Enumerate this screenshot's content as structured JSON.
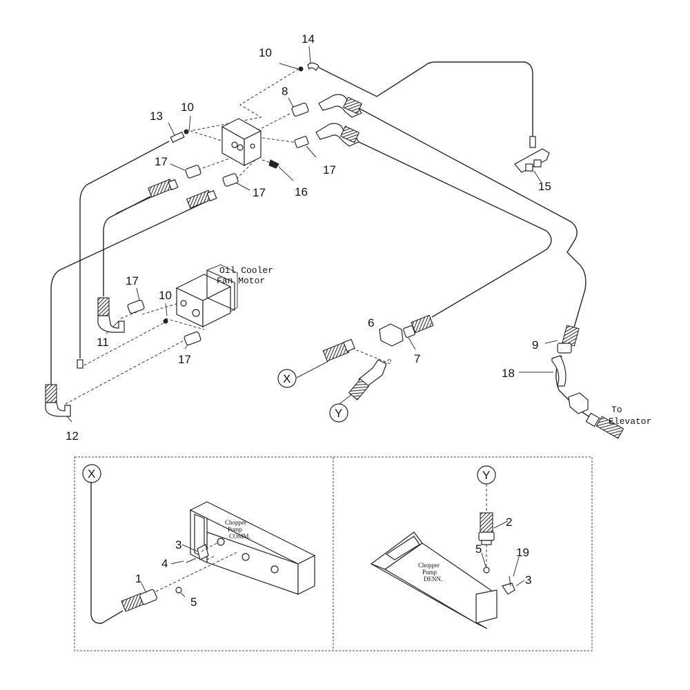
{
  "callouts": {
    "n14": "14",
    "n10a": "10",
    "n10b": "10",
    "n13": "13",
    "n8": "8",
    "n17a": "17",
    "n17b": "17",
    "n17c": "17",
    "n17d": "17",
    "n17e": "17",
    "n16": "16",
    "n15": "15",
    "n11": "11",
    "n10c": "10",
    "n12": "12",
    "n6": "6",
    "n7": "7",
    "n9": "9",
    "n18": "18",
    "n1": "1",
    "n3a": "3",
    "n4": "4",
    "n5a": "5",
    "n2": "2",
    "n5b": "5",
    "n19": "19",
    "n3b": "3"
  },
  "markers": {
    "x_main": "X",
    "y_main": "Y",
    "x_inset": "X",
    "y_inset": "Y"
  },
  "labels": {
    "oil_cooler_line1": "Oil Cooler",
    "oil_cooler_line2": "Fan Motor",
    "to_elevator_line1": "To",
    "to_elevator_line2": "Elevator",
    "pump_comm_line1": "Chopper",
    "pump_comm_line2": "Pump",
    "pump_comm_line3": "COMM.",
    "pump_denn_line1": "Chopper",
    "pump_denn_line2": "Pump",
    "pump_denn_line3": "DENN."
  }
}
